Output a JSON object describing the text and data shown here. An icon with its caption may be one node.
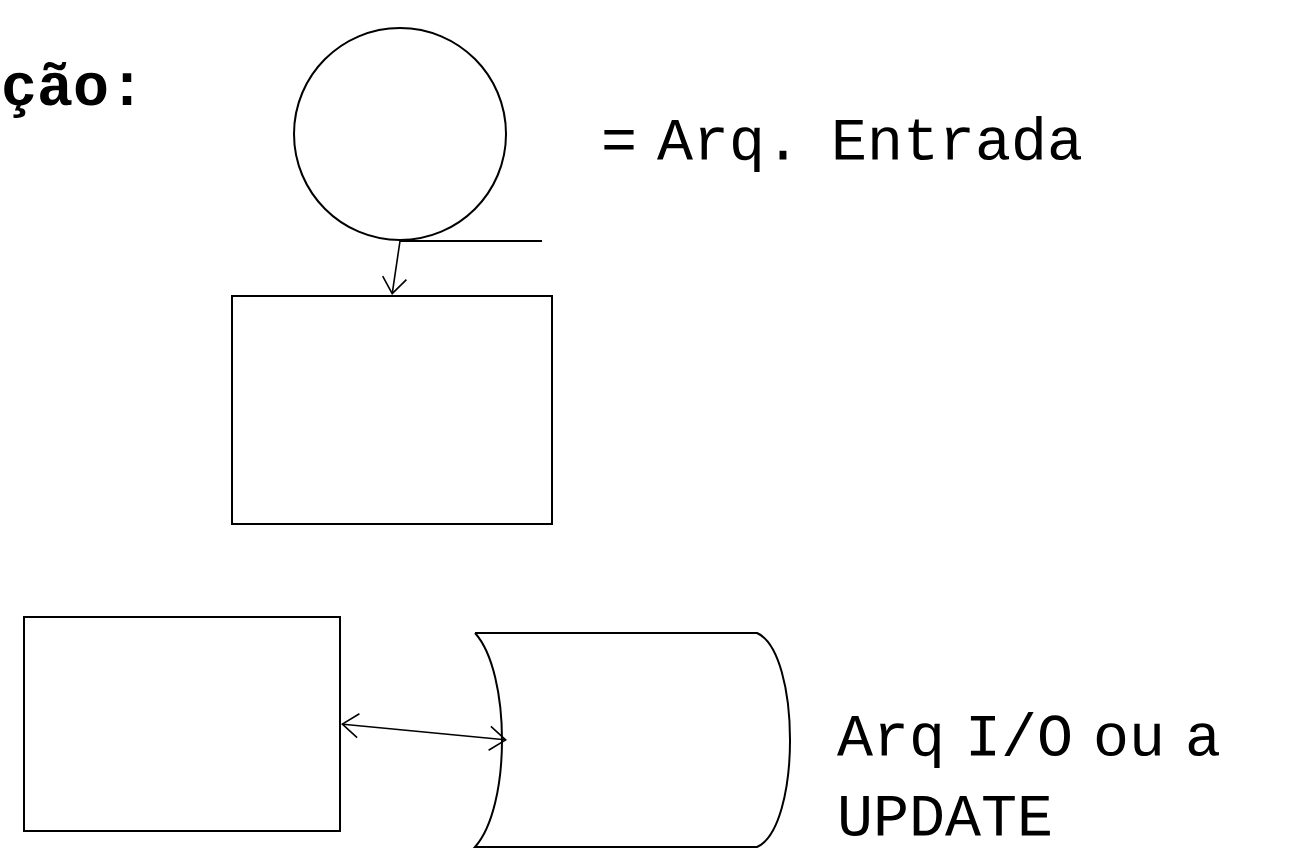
{
  "diagram": {
    "nodes": [
      {
        "text": [],
        "shape": "circle",
        "beside": [
          "= Arq. Entrada"
        ]
      },
      {
        "text": [],
        "shape": "box"
      },
      {
        "text": [],
        "shape": "box"
      },
      {
        "text": [],
        "shape": "cylinder",
        "beside": [
          "Arq I/O ou a UPDATE"
        ]
      }
    ],
    "edges": [
      {
        "from": 0,
        "to": 1,
        "arrow": "to"
      },
      {
        "from": 2,
        "to": 3,
        "arrow": "both"
      }
    ],
    "labels": [
      "ção:"
    ]
  }
}
